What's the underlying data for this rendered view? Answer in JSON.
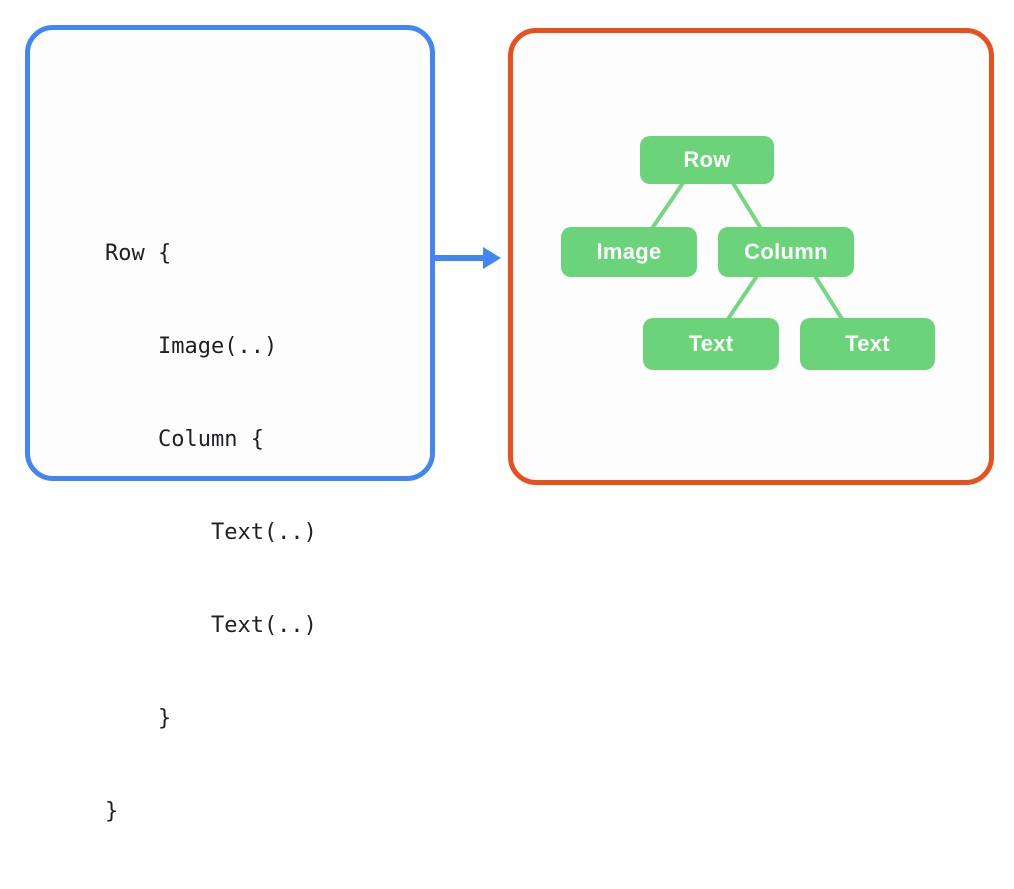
{
  "colors": {
    "code_panel_border": "#4285F4",
    "tree_panel_border": "#E8501E",
    "node_fill": "#6BD47B",
    "node_text": "#FDFFFD",
    "connector": "#74D883",
    "arrow": "#4285F4",
    "code_text": "#202124",
    "panel_bg": "#FDFDFE"
  },
  "code_panel": {
    "language": "compose-dsl",
    "lines": [
      "Row {",
      "    Image(..)",
      "    Column {",
      "        Text(..)",
      "        Text(..)",
      "    }",
      "}"
    ]
  },
  "arrow": {
    "direction": "right",
    "meaning": "code-transforms-to-ui-tree"
  },
  "tree_panel": {
    "nodes": [
      {
        "id": "row",
        "label": "Row",
        "parent": null
      },
      {
        "id": "image",
        "label": "Image",
        "parent": "row"
      },
      {
        "id": "column",
        "label": "Column",
        "parent": "row"
      },
      {
        "id": "text-1",
        "label": "Text",
        "parent": "column"
      },
      {
        "id": "text-2",
        "label": "Text",
        "parent": "column"
      }
    ],
    "edges": [
      [
        "row",
        "image"
      ],
      [
        "row",
        "column"
      ],
      [
        "column",
        "text-1"
      ],
      [
        "column",
        "text-2"
      ]
    ]
  }
}
